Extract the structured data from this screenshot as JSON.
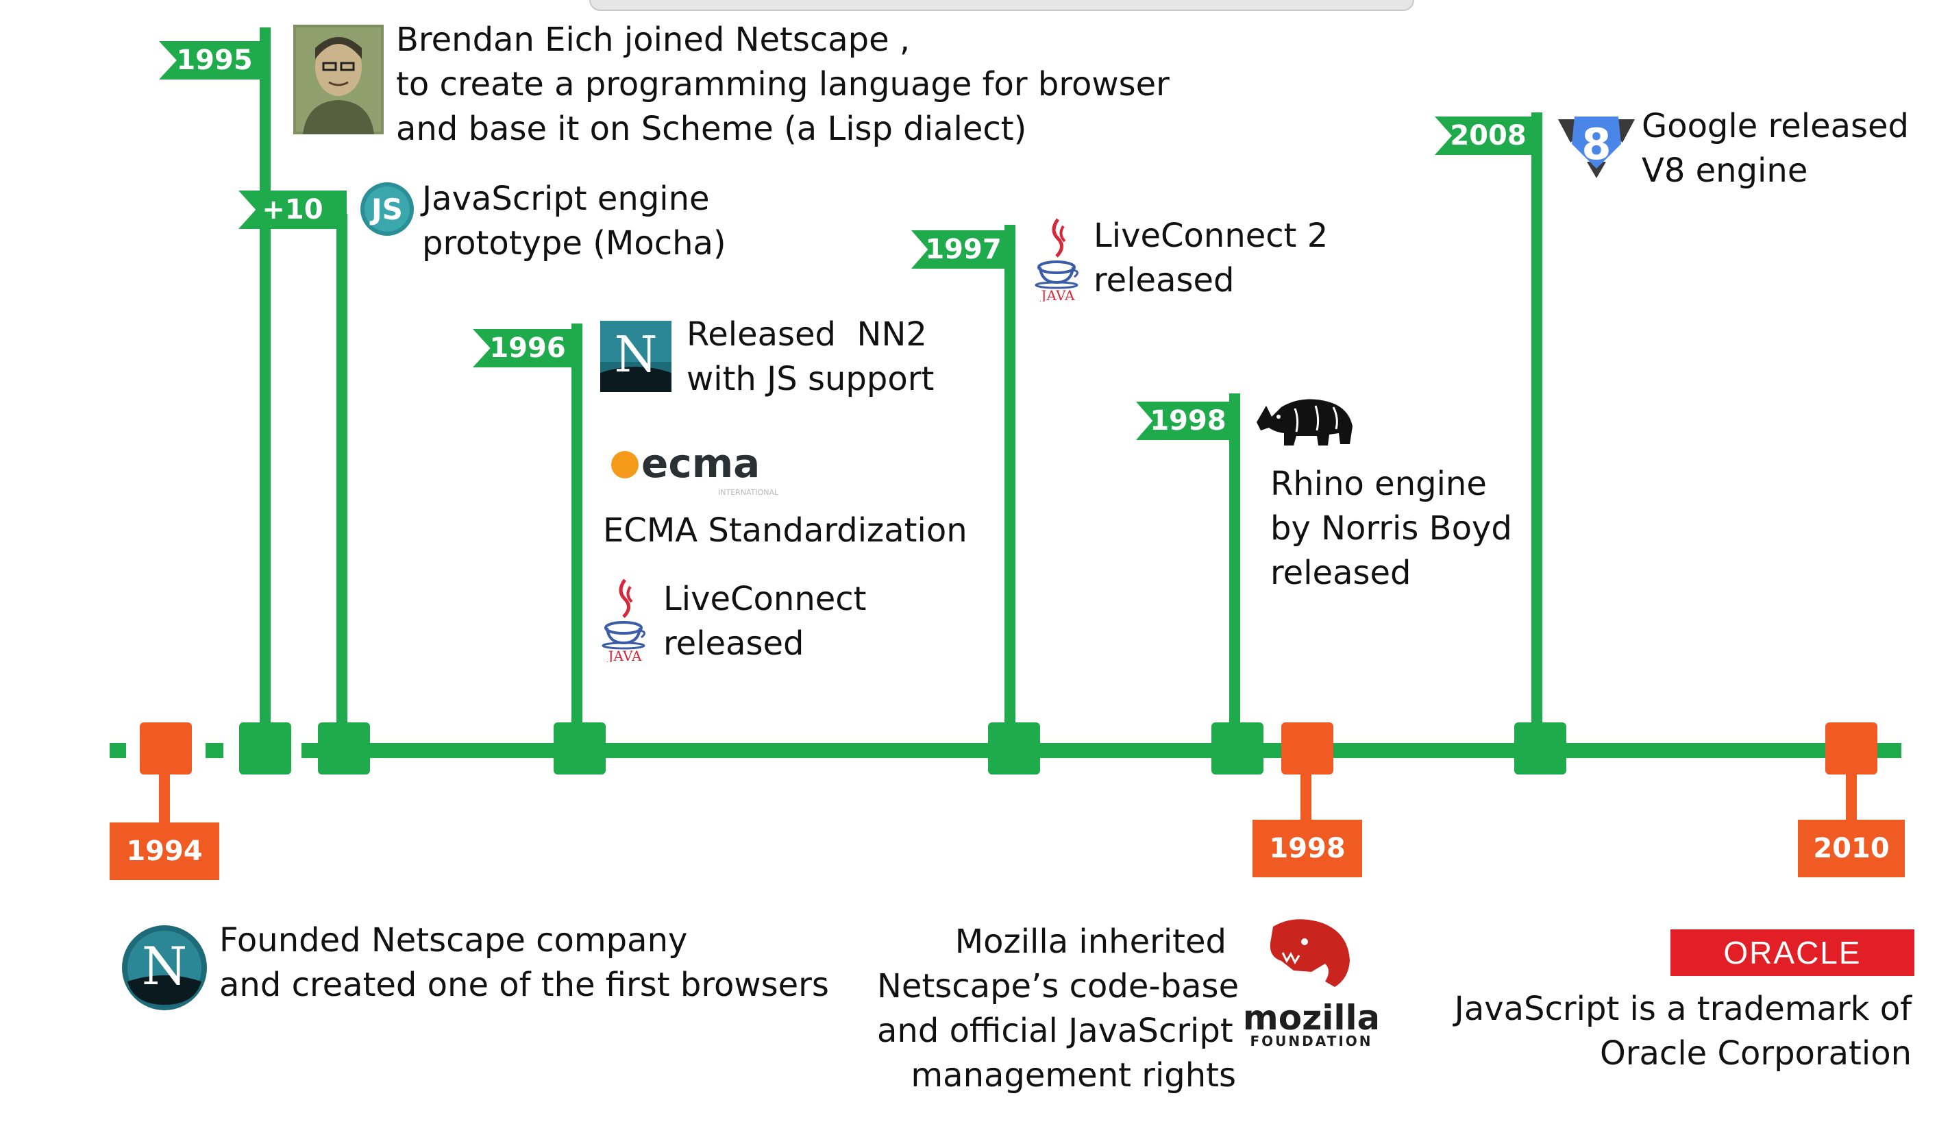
{
  "timeline": {
    "colors": {
      "green": "#1faa4b",
      "orange": "#f05a23"
    },
    "top_flags": [
      {
        "year": "1995",
        "lines": [
          "Brendan Eich joined Netscape ,",
          "to create a programming language for browser",
          "and base it on Scheme (a Lisp dialect)"
        ],
        "icon": "brendan-eich-photo"
      },
      {
        "year": "+10",
        "lines": [
          "JavaScript engine",
          "prototype (Mocha)"
        ],
        "icon": "js-badge-icon",
        "badge": "JS"
      },
      {
        "year": "1996",
        "lines": [
          "Released  NN2",
          "with JS support"
        ],
        "icon": "netscape-n-icon",
        "letter": "N"
      },
      {
        "year": "1997",
        "lines": [
          "LiveConnect 2",
          "released"
        ],
        "icon": "java-icon",
        "java_label": "JAVA"
      },
      {
        "year": "1998",
        "lines": [
          "Rhino engine",
          "by Norris Boyd",
          "released"
        ],
        "icon": "rhino-icon"
      },
      {
        "year": "2008",
        "lines": [
          "Google released",
          "V8 engine"
        ],
        "icon": "v8-icon",
        "badge": "8"
      }
    ],
    "extra_1996": {
      "ecma_logo": "ecma",
      "ecma_sub": "INTERNATIONAL",
      "ecma_caption": "ECMA Standardization",
      "liveconnect_lines": [
        "LiveConnect",
        "released"
      ],
      "java_label": "JAVA"
    },
    "bottom_events": [
      {
        "year": "1994",
        "lines": [
          "Founded Netscape company",
          "and created one of the first browsers"
        ],
        "icon": "netscape-round-icon",
        "letter": "N"
      },
      {
        "year": "1998",
        "lines": [
          "Mozilla inherited",
          "Netscape’s code-base",
          "and official JavaScript",
          "management rights"
        ],
        "icon": "mozilla-logo",
        "logo_word": "mozilla",
        "logo_sub": "FOUNDATION"
      },
      {
        "year": "2010",
        "lines": [
          "JavaScript is a trademark of",
          "Oracle Corporation"
        ],
        "icon": "oracle-logo",
        "logo_word": "ORACLE"
      }
    ]
  }
}
